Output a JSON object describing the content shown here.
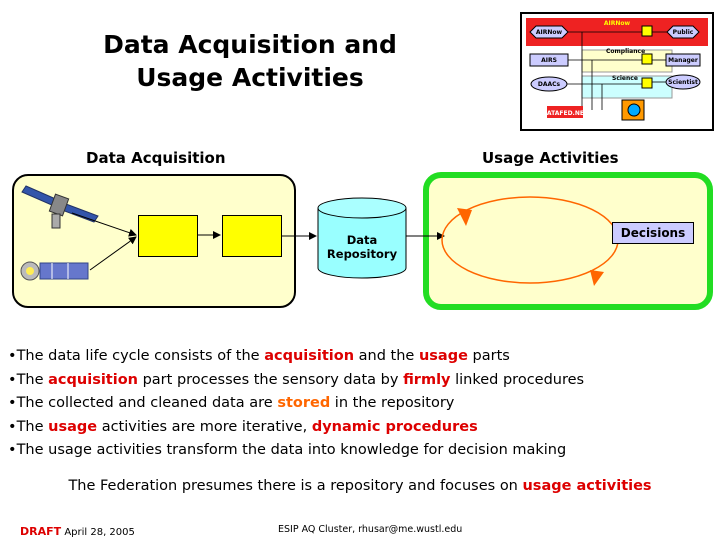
{
  "title": {
    "line1": "Data Acquisition and",
    "line2": "Usage Activities"
  },
  "sections": {
    "acquisition": "Data Acquisition",
    "usage": "Usage Activities"
  },
  "repository": {
    "line1": "Data",
    "line2": "Repository"
  },
  "decisions": "Decisions",
  "thumbnail": {
    "top_label": "AIRNow",
    "left_nodes": [
      "AIRNow",
      "AIRS",
      "DAACs"
    ],
    "right_nodes": [
      "Public",
      "Manager",
      "Scientist"
    ],
    "mid_labels": [
      "Compliance",
      "Science"
    ],
    "logo": "DATAFED.NET"
  },
  "bullets": [
    {
      "t1": "The data life cycle consists of the ",
      "h1": "acquisition",
      "t2": " and the ",
      "h2": "usage",
      "t3": " parts"
    },
    {
      "t1": "The ",
      "h1": "acquisition",
      "t2": " part processes the sensory data by ",
      "h2": "firmly",
      "t3": " linked procedures"
    },
    {
      "t1": "The collected and cleaned data are ",
      "h1": "stored",
      "t2": " in the repository"
    },
    {
      "t1": "The ",
      "h1": "usage",
      "t2": " activities are more iterative, ",
      "h2": "dynamic procedures"
    },
    {
      "t1": "The usage activities transform the data into knowledge for decision making"
    }
  ],
  "federation": {
    "text": "The Federation presumes there is a repository and focuses on ",
    "highlight": "usage activities"
  },
  "footer": {
    "draft": "DRAFT",
    "date": " April 28, 2005",
    "center": "ESIP AQ Cluster, rhusar@me.wustl.edu"
  },
  "colors": {
    "highlight": "#dd0000",
    "stored": "#ff6600",
    "usage_border": "#22dd22",
    "panel_bg": "#ffffcc",
    "box_fill": "#ffff00"
  }
}
